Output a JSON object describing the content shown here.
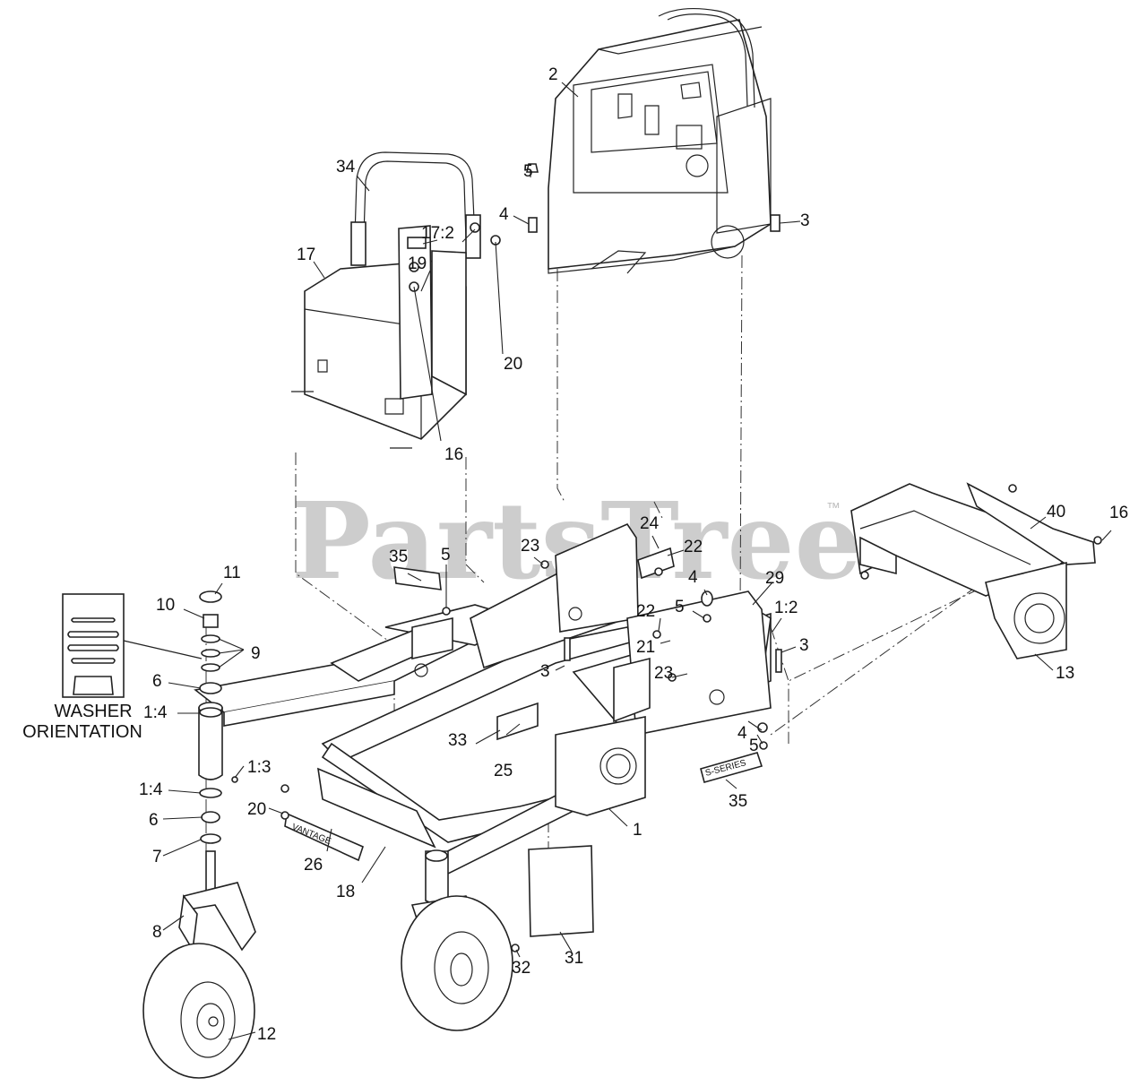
{
  "watermark": {
    "text": "PartsTree",
    "trademark": "™"
  },
  "callouts": [
    {
      "id": "c2",
      "text": "2"
    },
    {
      "id": "c34",
      "text": "34"
    },
    {
      "id": "c5a",
      "text": "5"
    },
    {
      "id": "c4a",
      "text": "4"
    },
    {
      "id": "c3a",
      "text": "3"
    },
    {
      "id": "c17",
      "text": "17"
    },
    {
      "id": "c19",
      "text": "19"
    },
    {
      "id": "c17_2",
      "text": "17:2"
    },
    {
      "id": "c20a",
      "text": "20"
    },
    {
      "id": "c16a",
      "text": "16"
    },
    {
      "id": "c40",
      "text": "40"
    },
    {
      "id": "c16b",
      "text": "16"
    },
    {
      "id": "c13",
      "text": "13"
    },
    {
      "id": "c24",
      "text": "24"
    },
    {
      "id": "c23a",
      "text": "23"
    },
    {
      "id": "c22a",
      "text": "22"
    },
    {
      "id": "c35a",
      "text": "35"
    },
    {
      "id": "c5b",
      "text": "5"
    },
    {
      "id": "c11",
      "text": "11"
    },
    {
      "id": "c10",
      "text": "10"
    },
    {
      "id": "c9",
      "text": "9"
    },
    {
      "id": "c6a",
      "text": "6"
    },
    {
      "id": "c1_4a",
      "text": "1:4"
    },
    {
      "id": "c4b",
      "text": "4"
    },
    {
      "id": "c29",
      "text": "29"
    },
    {
      "id": "c5c",
      "text": "5"
    },
    {
      "id": "c22b",
      "text": "22"
    },
    {
      "id": "c1_2",
      "text": "1:2"
    },
    {
      "id": "c3b",
      "text": "3"
    },
    {
      "id": "c21",
      "text": "21"
    },
    {
      "id": "c3c",
      "text": "3"
    },
    {
      "id": "c23b",
      "text": "23"
    },
    {
      "id": "c33",
      "text": "33"
    },
    {
      "id": "c25",
      "text": "25"
    },
    {
      "id": "c4c",
      "text": "4"
    },
    {
      "id": "c5d",
      "text": "5"
    },
    {
      "id": "c1_3",
      "text": "1:3"
    },
    {
      "id": "c1_4b",
      "text": "1:4"
    },
    {
      "id": "c6b",
      "text": "6"
    },
    {
      "id": "c20b",
      "text": "20"
    },
    {
      "id": "c7",
      "text": "7"
    },
    {
      "id": "c26",
      "text": "26"
    },
    {
      "id": "c18",
      "text": "18"
    },
    {
      "id": "c1",
      "text": "1"
    },
    {
      "id": "c35b",
      "text": "35"
    },
    {
      "id": "c8",
      "text": "8"
    },
    {
      "id": "c31",
      "text": "31"
    },
    {
      "id": "c32",
      "text": "32"
    },
    {
      "id": "c12",
      "text": "12"
    }
  ],
  "washer_inset": {
    "line1": "WASHER",
    "line2": "ORIENTATION"
  },
  "decals": {
    "frame_decal": "VANTAGE",
    "side_decal": "S-SERIES"
  }
}
